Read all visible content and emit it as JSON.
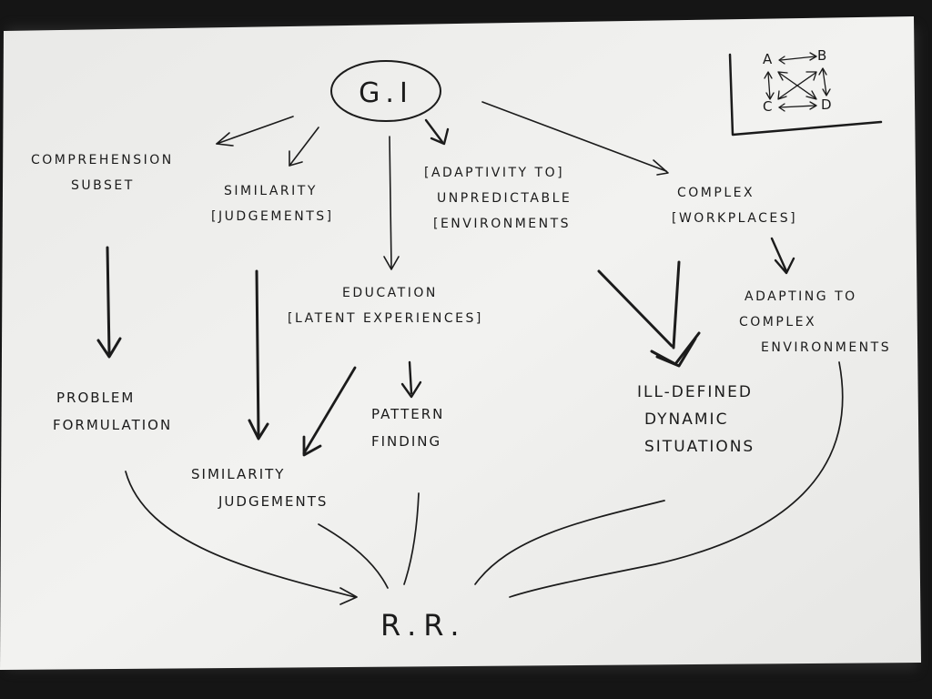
{
  "diagram": {
    "root": "G.I",
    "sink": "R.R.",
    "nodes": {
      "comprehension": [
        "COMPREHENSION",
        "SUBSET"
      ],
      "similarity_top": [
        "SIMILARITY",
        "[JUDGEMENTS]"
      ],
      "adaptivity": [
        "[ADAPTIVITY TO]",
        "UNPREDICTABLE",
        "[ENVIRONMENTS"
      ],
      "complex_workplaces": [
        "COMPLEX",
        "[WORKPLACES]"
      ],
      "education": [
        "EDUCATION",
        "[LATENT EXPERIENCES]"
      ],
      "adapting": [
        "ADAPTING TO",
        "COMPLEX",
        "ENVIRONMENTS"
      ],
      "problem_formulation": [
        "PROBLEM",
        "FORMULATION"
      ],
      "similarity_bottom": [
        "SIMILARITY",
        "JUDGEMENTS"
      ],
      "pattern_finding": [
        "PATTERN",
        "FINDING"
      ],
      "ill_defined": [
        "ILL-DEFINED",
        "DYNAMIC",
        "SITUATIONS"
      ]
    },
    "legend": {
      "a": "A",
      "b": "B",
      "c": "C",
      "d": "D"
    }
  },
  "colors": {
    "ink": "#1b1b1b",
    "paper": "#efefed",
    "background": "#151515"
  }
}
